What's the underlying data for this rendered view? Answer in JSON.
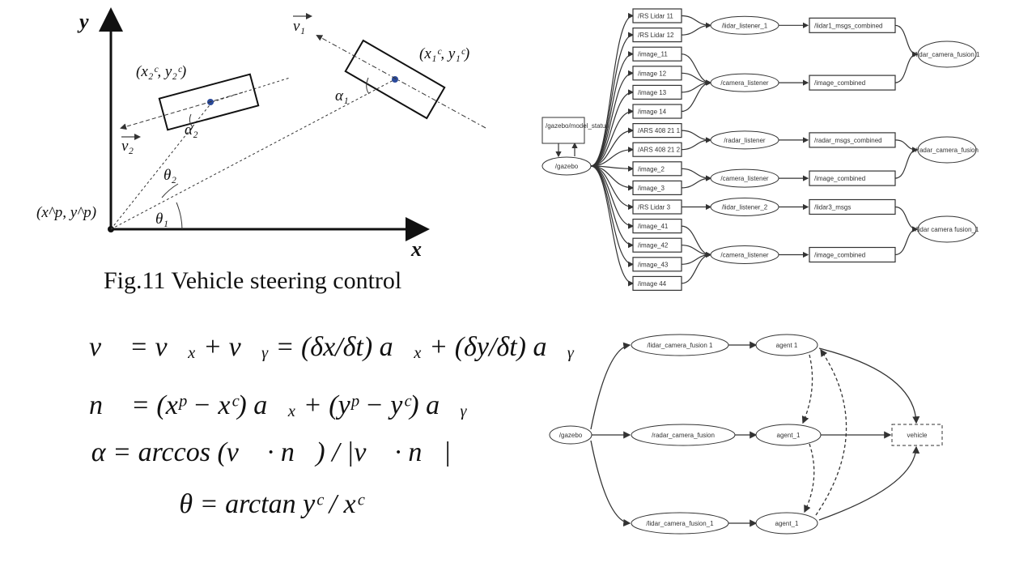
{
  "steering_diagram": {
    "axis_y": "y",
    "axis_x": "x",
    "origin": "(x^p, y^p)",
    "vehicle1": {
      "coord": "(x₁ᶜ, y₁ᶜ)",
      "velocity": "v₁",
      "alpha": "α₁"
    },
    "vehicle2": {
      "coord": "(x₂ᶜ, y₂ᶜ)",
      "velocity": "v₂",
      "alpha": "α₂"
    },
    "theta1": "θ₁",
    "theta2": "θ₂"
  },
  "caption": "Fig.11 Vehicle steering control",
  "equations": [
    "v⃗ = v⃗ₓ + v⃗ᵧ = (δx/δt) a⃗ₓ + (δy/δt) a⃗ᵧ",
    "n⃗ = (xᵖ − xᶜ) a⃗ₓ + (yᵖ − yᶜ) a⃗ᵧ",
    "α = arccos (v⃗ · n⃗) / |v⃗ · n⃗|",
    "θ = arctan yᶜ / xᶜ"
  ],
  "ros_graph_1": {
    "source_node": "/gazebo",
    "status_node": "/gazebo/model_status",
    "topics": [
      "/RS Lidar 11",
      "/RS Lidar 12",
      "/image_11",
      "/image 12",
      "/image 13",
      "/image 14",
      "/ARS 408 21 1",
      "/ARS 408 21 2",
      "/image_2",
      "/image_3",
      "/RS Lidar 3",
      "/image_41",
      "/image_42",
      "/image_43",
      "/image 44"
    ],
    "listeners": [
      "/lidar_listener_1",
      "/camera_listener",
      "/radar_listener",
      "/camera_listener",
      "/lidar_listener_2",
      "/camera_listener"
    ],
    "combined": [
      "/lidar1_msgs_combined",
      "/image_combined",
      "/radar_msgs_combined",
      "/image_combined",
      "/lidar3_msgs",
      "/image_combined"
    ],
    "fusion": [
      "/lidar_camera_fusion 1",
      "/radar_camera_fusion",
      "/lidar camera fusion_1"
    ]
  },
  "ros_graph_2": {
    "source_node": "/gazebo",
    "fusion_nodes": [
      "/lidar_camera_fusion 1",
      "/radar_camera_fusion",
      "/lidar_camera_fusion_1"
    ],
    "agents": [
      "agent 1",
      "agent_1",
      "agent_1"
    ],
    "target": "vehicle"
  }
}
